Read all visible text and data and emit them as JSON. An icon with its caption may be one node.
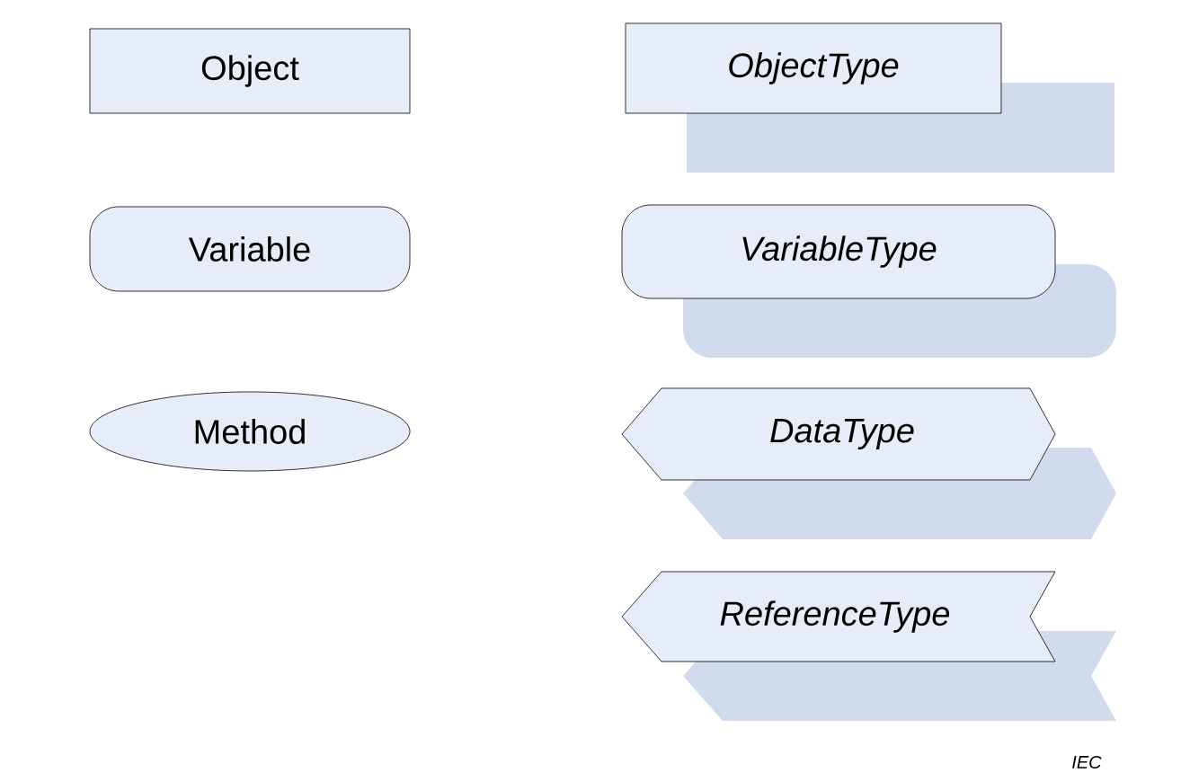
{
  "diagram": {
    "nodes": [
      {
        "text": [
          "Object"
        ]
      },
      {
        "text": [
          "*ObjectType*"
        ]
      },
      {
        "text": [
          "Variable"
        ]
      },
      {
        "text": [
          "*VariableType*"
        ]
      },
      {
        "text": [
          "Method"
        ]
      },
      {
        "text": [
          "*DataType*"
        ]
      },
      {
        "text": [
          "*ReferenceType*"
        ]
      }
    ],
    "labels": [
      "IEC"
    ]
  }
}
